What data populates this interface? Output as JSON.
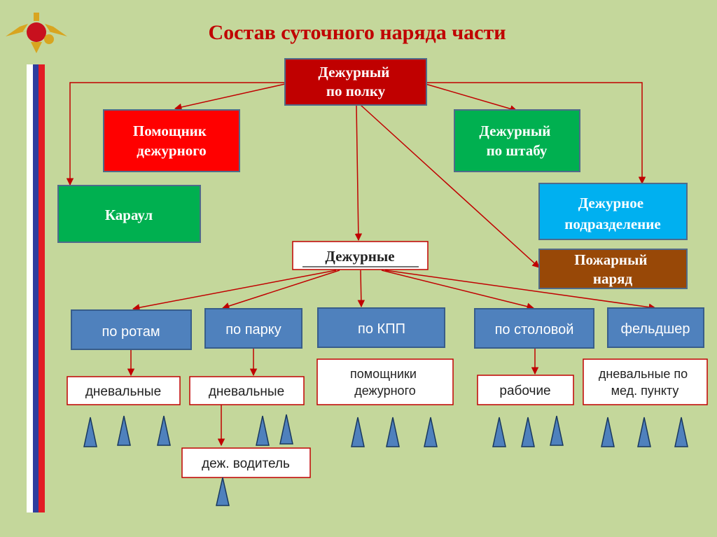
{
  "title": "Состав суточного наряда части",
  "colors": {
    "background": "#c4d79b",
    "line": "#c00000",
    "dark_red": "#c00000",
    "red": "#ff0000",
    "green": "#00b050",
    "cyan": "#00b0f0",
    "brown": "#984807",
    "steel_blue": "#4f81bd",
    "title_red": "#c00000"
  },
  "nodes": {
    "duty_regiment": "Дежурный по полку",
    "assistant_duty": "Помощник дежурного",
    "guard": "Караул",
    "duty_hq": "Дежурный по штабу",
    "duty_unit": "Дежурное подразделение",
    "fire_detail": "Пожарный наряд",
    "duty_officers": "Дежурные",
    "by_companies": "по ротам",
    "by_park": "по парку",
    "by_checkpoint": "по КПП",
    "by_canteen": "по столовой",
    "medic": "фельдшер",
    "orderlies_1": "дневальные",
    "orderlies_2": "дневальные",
    "checkpoint_assistants": "помощники дежурного",
    "workers": "рабочие",
    "med_orderlies": "дневальные по мед. пункту",
    "duty_driver": "деж. водитель"
  },
  "icons": {
    "emblem": "double-headed-eagle-emblem",
    "flag": "russian-tricolor-stripe",
    "person": "triangle-person-icon"
  }
}
